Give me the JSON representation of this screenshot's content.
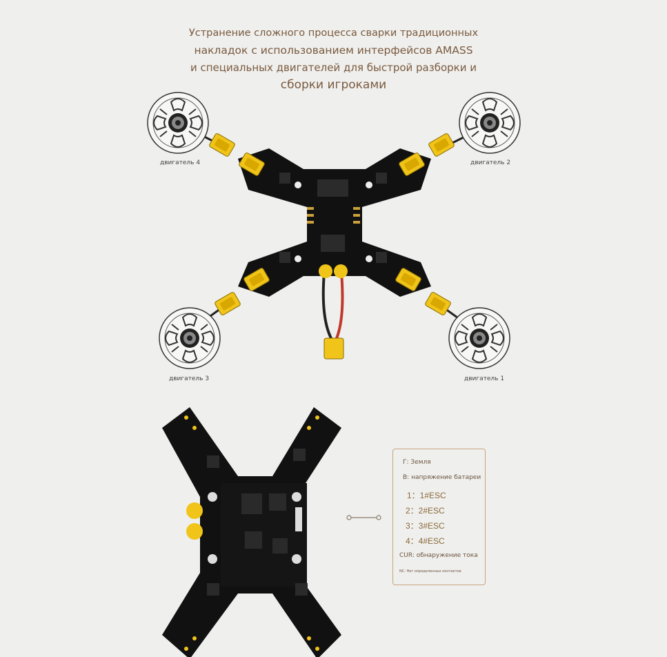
{
  "headline": {
    "line1": "Устранение сложного процесса сварки традиционных",
    "line2": "накладок с использованием интерфейсов AMASS",
    "line3": "и специальных двигателей для быстрой разборки и",
    "line4": "сборки игроками"
  },
  "motors": {
    "m4": "двигатель 4",
    "m2": "двигатель 2",
    "m3": "двигатель 3",
    "m1": "двигатель 1"
  },
  "legend": {
    "g": "Г: Земля",
    "b": "В: напряжение батареи",
    "esc": [
      "1：1#ESC",
      "2：2#ESC",
      "3：3#ESC",
      "4：4#ESC"
    ],
    "cur": "CUR: обнаружение тока",
    "nc": "NC: Нет определенных контактов"
  },
  "colors": {
    "text": "#7a5a3e",
    "border": "#c9a47e",
    "connector": "#f0c419",
    "pcb": "#111111"
  }
}
